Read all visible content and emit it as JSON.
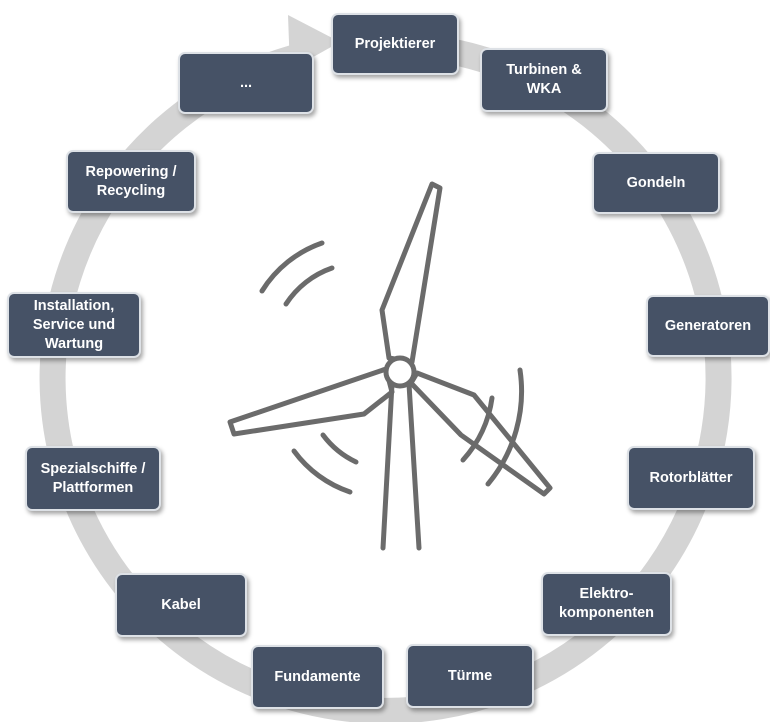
{
  "colors": {
    "ring": "#d4d4d4",
    "node_fill": "#465266",
    "node_text": "#ffffff",
    "turbine_stroke": "#6b6b6b"
  },
  "icons": {
    "center": "wind-turbine-icon",
    "cycle": "circular-arrow-icon"
  },
  "nodes": [
    {
      "id": "projektierer",
      "label": "Projektierer"
    },
    {
      "id": "turbinen",
      "label": "Turbinen &\nWKA"
    },
    {
      "id": "gondeln",
      "label": "Gondeln"
    },
    {
      "id": "generatoren",
      "label": "Generatoren"
    },
    {
      "id": "rotorblaetter",
      "label": "Rotorblätter"
    },
    {
      "id": "elektro",
      "label": "Elektro-\nkomponenten"
    },
    {
      "id": "tuerme",
      "label": "Türme"
    },
    {
      "id": "fundamente",
      "label": "Fundamente"
    },
    {
      "id": "kabel",
      "label": "Kabel"
    },
    {
      "id": "spezialschiffe",
      "label": "Spezialschiffe /\nPlattformen"
    },
    {
      "id": "installation",
      "label": "Installation,\nService und\nWartung"
    },
    {
      "id": "repowering",
      "label": "Repowering /\nRecycling"
    },
    {
      "id": "more",
      "label": "..."
    }
  ]
}
